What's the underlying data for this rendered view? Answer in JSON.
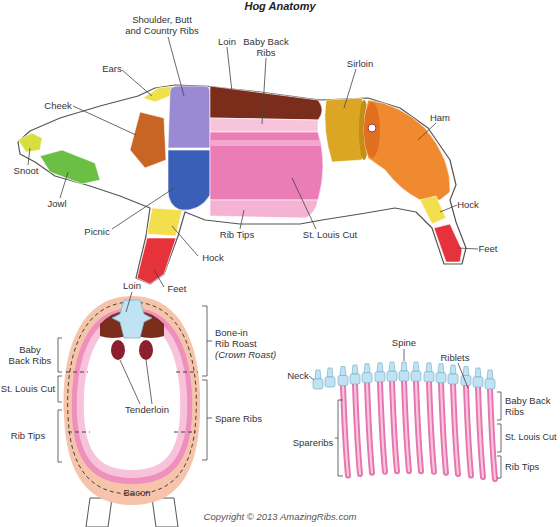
{
  "diagram": {
    "title": "Hog Anatomy",
    "caption": "Copyright © 2013 AmazingRibs.com",
    "labels": [
      "Shoulder, Butt and Country Ribs",
      "Loin",
      "Baby Back Ribs",
      "Sirloin",
      "Ears",
      "Cheek",
      "Ham",
      "Snoot",
      "Jowl",
      "Picnic",
      "Rib Tips",
      "St. Louis Cut",
      "Hock",
      "Feet",
      "Hock",
      "Feet",
      "Loin",
      "Bone-in Rib Roast",
      "(Crown Roast)",
      "Baby Back Ribs",
      "St. Louis Cut",
      "Spare Ribs",
      "Tenderloin",
      "Rib Tips",
      "Bacon",
      "Neck",
      "Spine",
      "Riblets",
      "Baby Back Ribs",
      "St. Louis Cut",
      "Rib Tips",
      "Spareribs"
    ]
  }
}
